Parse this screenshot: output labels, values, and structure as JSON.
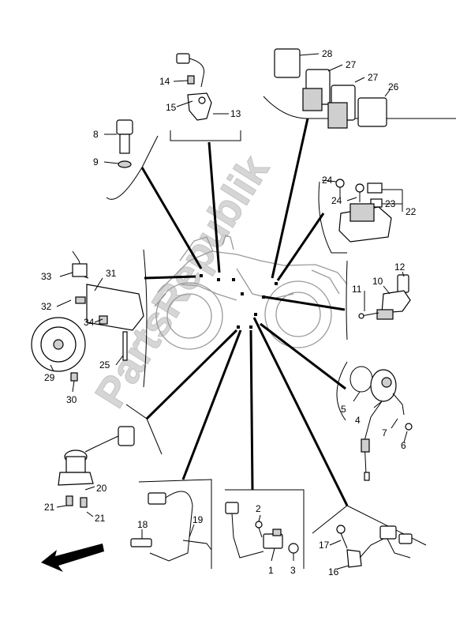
{
  "watermark": "PartsRepublik",
  "labels": {
    "p1": "1",
    "p2": "2",
    "p3": "3",
    "p4": "4",
    "p5": "5",
    "p6": "6",
    "p7": "7",
    "p8": "8",
    "p9": "9",
    "p10": "10",
    "p11": "11",
    "p12": "12",
    "p13": "13",
    "p14": "14",
    "p15": "15",
    "p16": "16",
    "p17": "17",
    "p18": "18",
    "p19": "19",
    "p20": "20",
    "p21a": "21",
    "p21b": "21",
    "p22": "22",
    "p23": "23",
    "p24a": "24",
    "p24b": "24",
    "p25": "25",
    "p26": "26",
    "p27a": "27",
    "p27b": "27",
    "p28": "28",
    "p29": "29",
    "p30": "30",
    "p31": "31",
    "p32": "32",
    "p33": "33",
    "p34": "34"
  },
  "icons": {
    "direction": "front-arrow-icon"
  }
}
